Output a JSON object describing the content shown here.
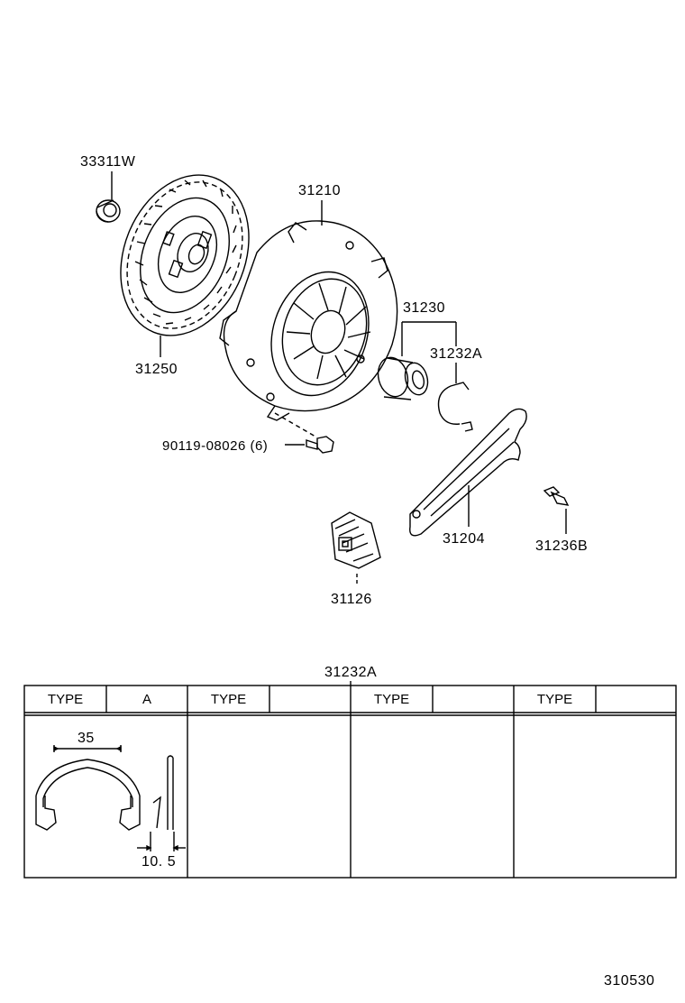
{
  "parts": {
    "p33311w": "33311W",
    "p31250": "31250",
    "p31210": "31210",
    "p31230": "31230",
    "p31232a": "31232A",
    "p90119": "90119-08026 (6)",
    "p31204": "31204",
    "p31236b": "31236B",
    "p31126": "31126"
  },
  "table": {
    "title": "31232A",
    "headers": [
      {
        "type": "TYPE",
        "value": "A"
      },
      {
        "type": "TYPE",
        "value": ""
      },
      {
        "type": "TYPE",
        "value": ""
      },
      {
        "type": "TYPE",
        "value": ""
      }
    ],
    "dim_width": "35",
    "dim_thickness": "10. 5"
  },
  "footer_code": "310530"
}
